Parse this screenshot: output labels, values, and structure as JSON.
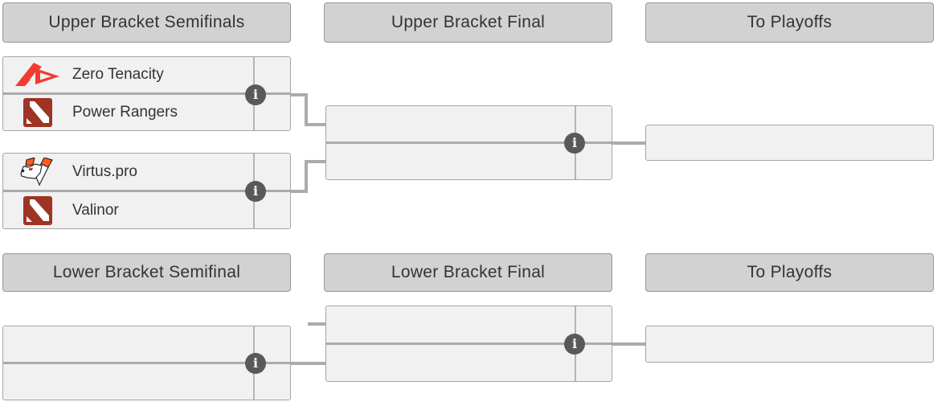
{
  "headers": {
    "upper_semifinals": "Upper Bracket Semifinals",
    "upper_final": "Upper Bracket Final",
    "upper_to_playoffs": "To Playoffs",
    "lower_semifinal": "Lower Bracket Semifinal",
    "lower_final": "Lower Bracket Final",
    "lower_to_playoffs": "To Playoffs"
  },
  "matches": {
    "upper_semifinal_1": {
      "team1": {
        "name": "Zero Tenacity",
        "logo": "zero-tenacity-logo",
        "score": ""
      },
      "team2": {
        "name": "Power Rangers",
        "logo": "dota2-logo",
        "score": ""
      }
    },
    "upper_semifinal_2": {
      "team1": {
        "name": "Virtus.pro",
        "logo": "virtus-pro-logo",
        "score": ""
      },
      "team2": {
        "name": "Valinor",
        "logo": "dota2-logo",
        "score": ""
      }
    },
    "upper_final": {
      "team1": {
        "name": "",
        "score": ""
      },
      "team2": {
        "name": "",
        "score": ""
      }
    },
    "lower_semifinal": {
      "team1": {
        "name": "",
        "score": ""
      },
      "team2": {
        "name": "",
        "score": ""
      }
    },
    "lower_final": {
      "team1": {
        "name": "",
        "score": ""
      },
      "team2": {
        "name": "",
        "score": ""
      }
    }
  },
  "playoff_slots": {
    "upper": {
      "name": ""
    },
    "lower": {
      "name": ""
    }
  },
  "icons": {
    "info_glyph": "i"
  },
  "colors": {
    "page_bg": "#ffffff",
    "header_bg": "#d2d2d2",
    "header_border": "#979797",
    "header_text": "#333333",
    "match_bg": "#f1f1f1",
    "match_border": "#a5a5a5",
    "connector": "#ababab",
    "score_divider": "#b4b4b4",
    "info_icon_bg": "#595959",
    "info_icon_text": "#ffffff",
    "team_text": "#333333",
    "zero_tenacity_red": "#f23b31",
    "dota_logo_red": "#9e3423",
    "virtus_pro_orange": "#ff5a1f"
  }
}
